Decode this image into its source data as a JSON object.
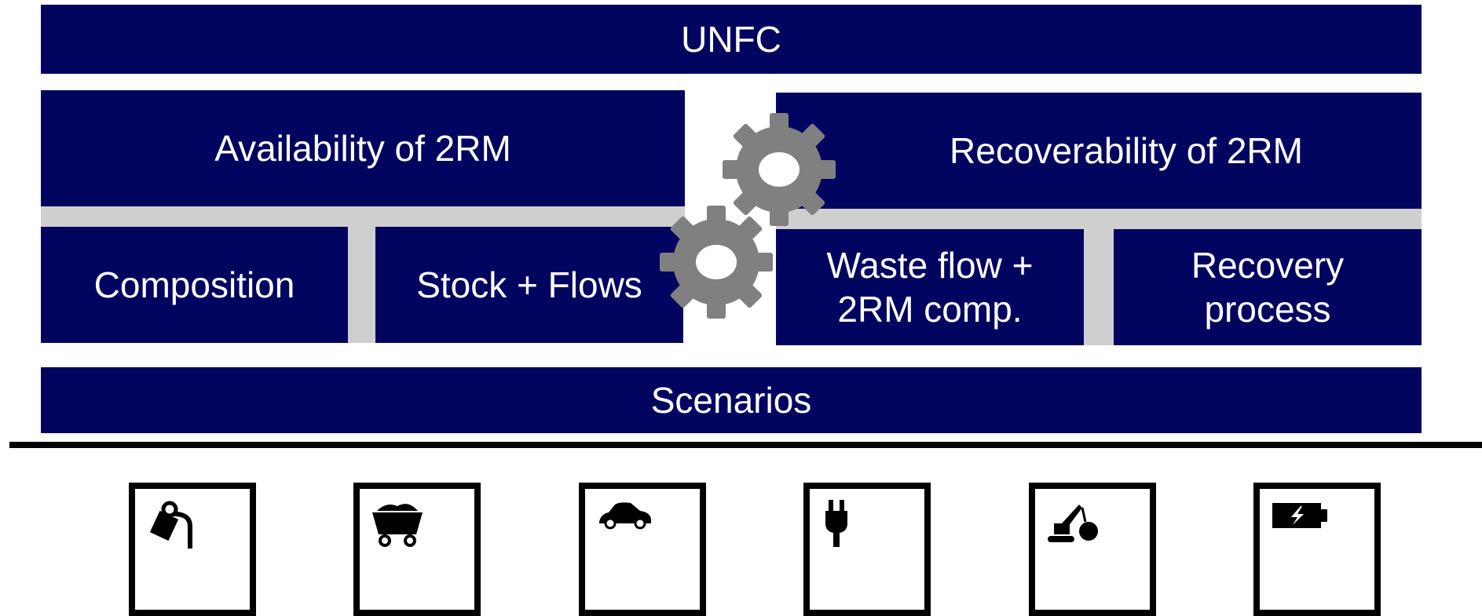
{
  "framework": {
    "top": "UNFC",
    "availability": "Availability of 2RM",
    "recoverability": "Recoverability of 2RM",
    "composition": "Composition",
    "stock_flows": "Stock + Flows",
    "waste_flow": "Waste flow +\n2RM comp.",
    "recovery_process": "Recovery\nprocess",
    "bottom": "Scenarios"
  },
  "colors": {
    "block": "#020560",
    "divider": "#cfcfcf",
    "gear": "#808080"
  },
  "sector_icons": [
    {
      "icon": "metallurgy-ladle-icon"
    },
    {
      "icon": "mine-cart-icon"
    },
    {
      "icon": "car-icon"
    },
    {
      "icon": "electric-plug-icon"
    },
    {
      "icon": "excavator-demolition-icon"
    },
    {
      "icon": "battery-icon"
    }
  ]
}
